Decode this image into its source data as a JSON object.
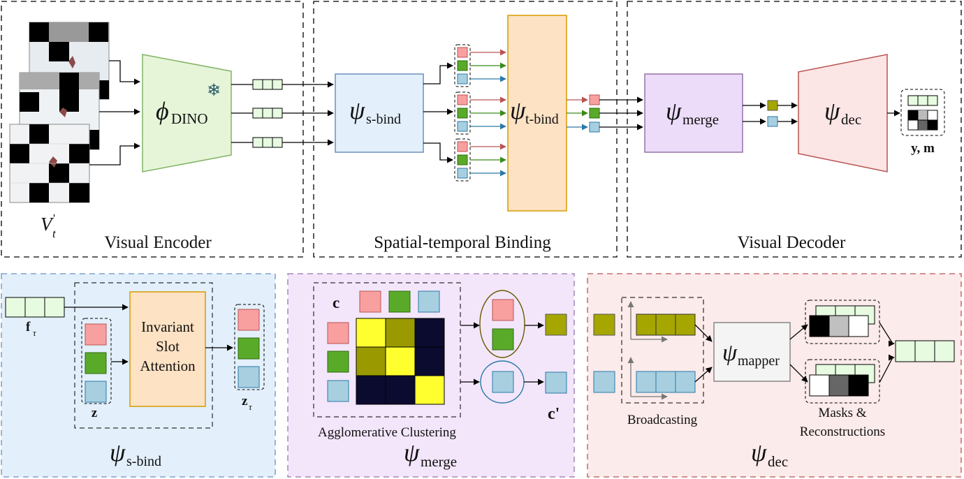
{
  "sections": {
    "visual_encoder": "Visual Encoder",
    "spatial_temporal_binding": "Spatial-temporal Binding",
    "visual_decoder": "Visual Decoder"
  },
  "labels": {
    "input_v": "V",
    "input_sub": "t",
    "input_prime": "'",
    "phi": "ϕ",
    "dino_sub": "DINO",
    "psi": "ψ",
    "s_bind_sub": "s-bind",
    "t_bind_sub": "t-bind",
    "merge_sub": "merge",
    "dec_sub": "dec",
    "mapper_sub": "mapper",
    "outputs": "y, m",
    "f_tau": "f",
    "tau": "τ",
    "z": "z",
    "z_tau": "z",
    "invariant_1": "Invariant",
    "invariant_2": "Slot",
    "invariant_3": "Attention",
    "c": "c",
    "c_prime": "c'",
    "agglomerative": "Agglomerative Clustering",
    "broadcasting": "Broadcasting",
    "masks_1": "Masks &",
    "masks_2": "Reconstructions"
  },
  "icons": {
    "frozen": "snowflake-icon"
  },
  "colors": {
    "red_slot": "#f8a0a0",
    "green_slot": "#5aaa2a",
    "blue_slot": "#a8cfe0",
    "olive_slot": "#a6a600",
    "encoder_fill": "#e6f5d8",
    "encoder_stroke": "#82b366",
    "sbind_fill": "#e3f0fb",
    "sbind_stroke": "#6c8ebf",
    "tbind_fill": "#fde2c4",
    "tbind_stroke": "#d79b00",
    "merge_fill": "#ecdcfa",
    "merge_stroke": "#9673a6",
    "dec_fill": "#fbe5e5",
    "dec_stroke": "#b85450",
    "feature_fill": "#e6fbe0"
  }
}
